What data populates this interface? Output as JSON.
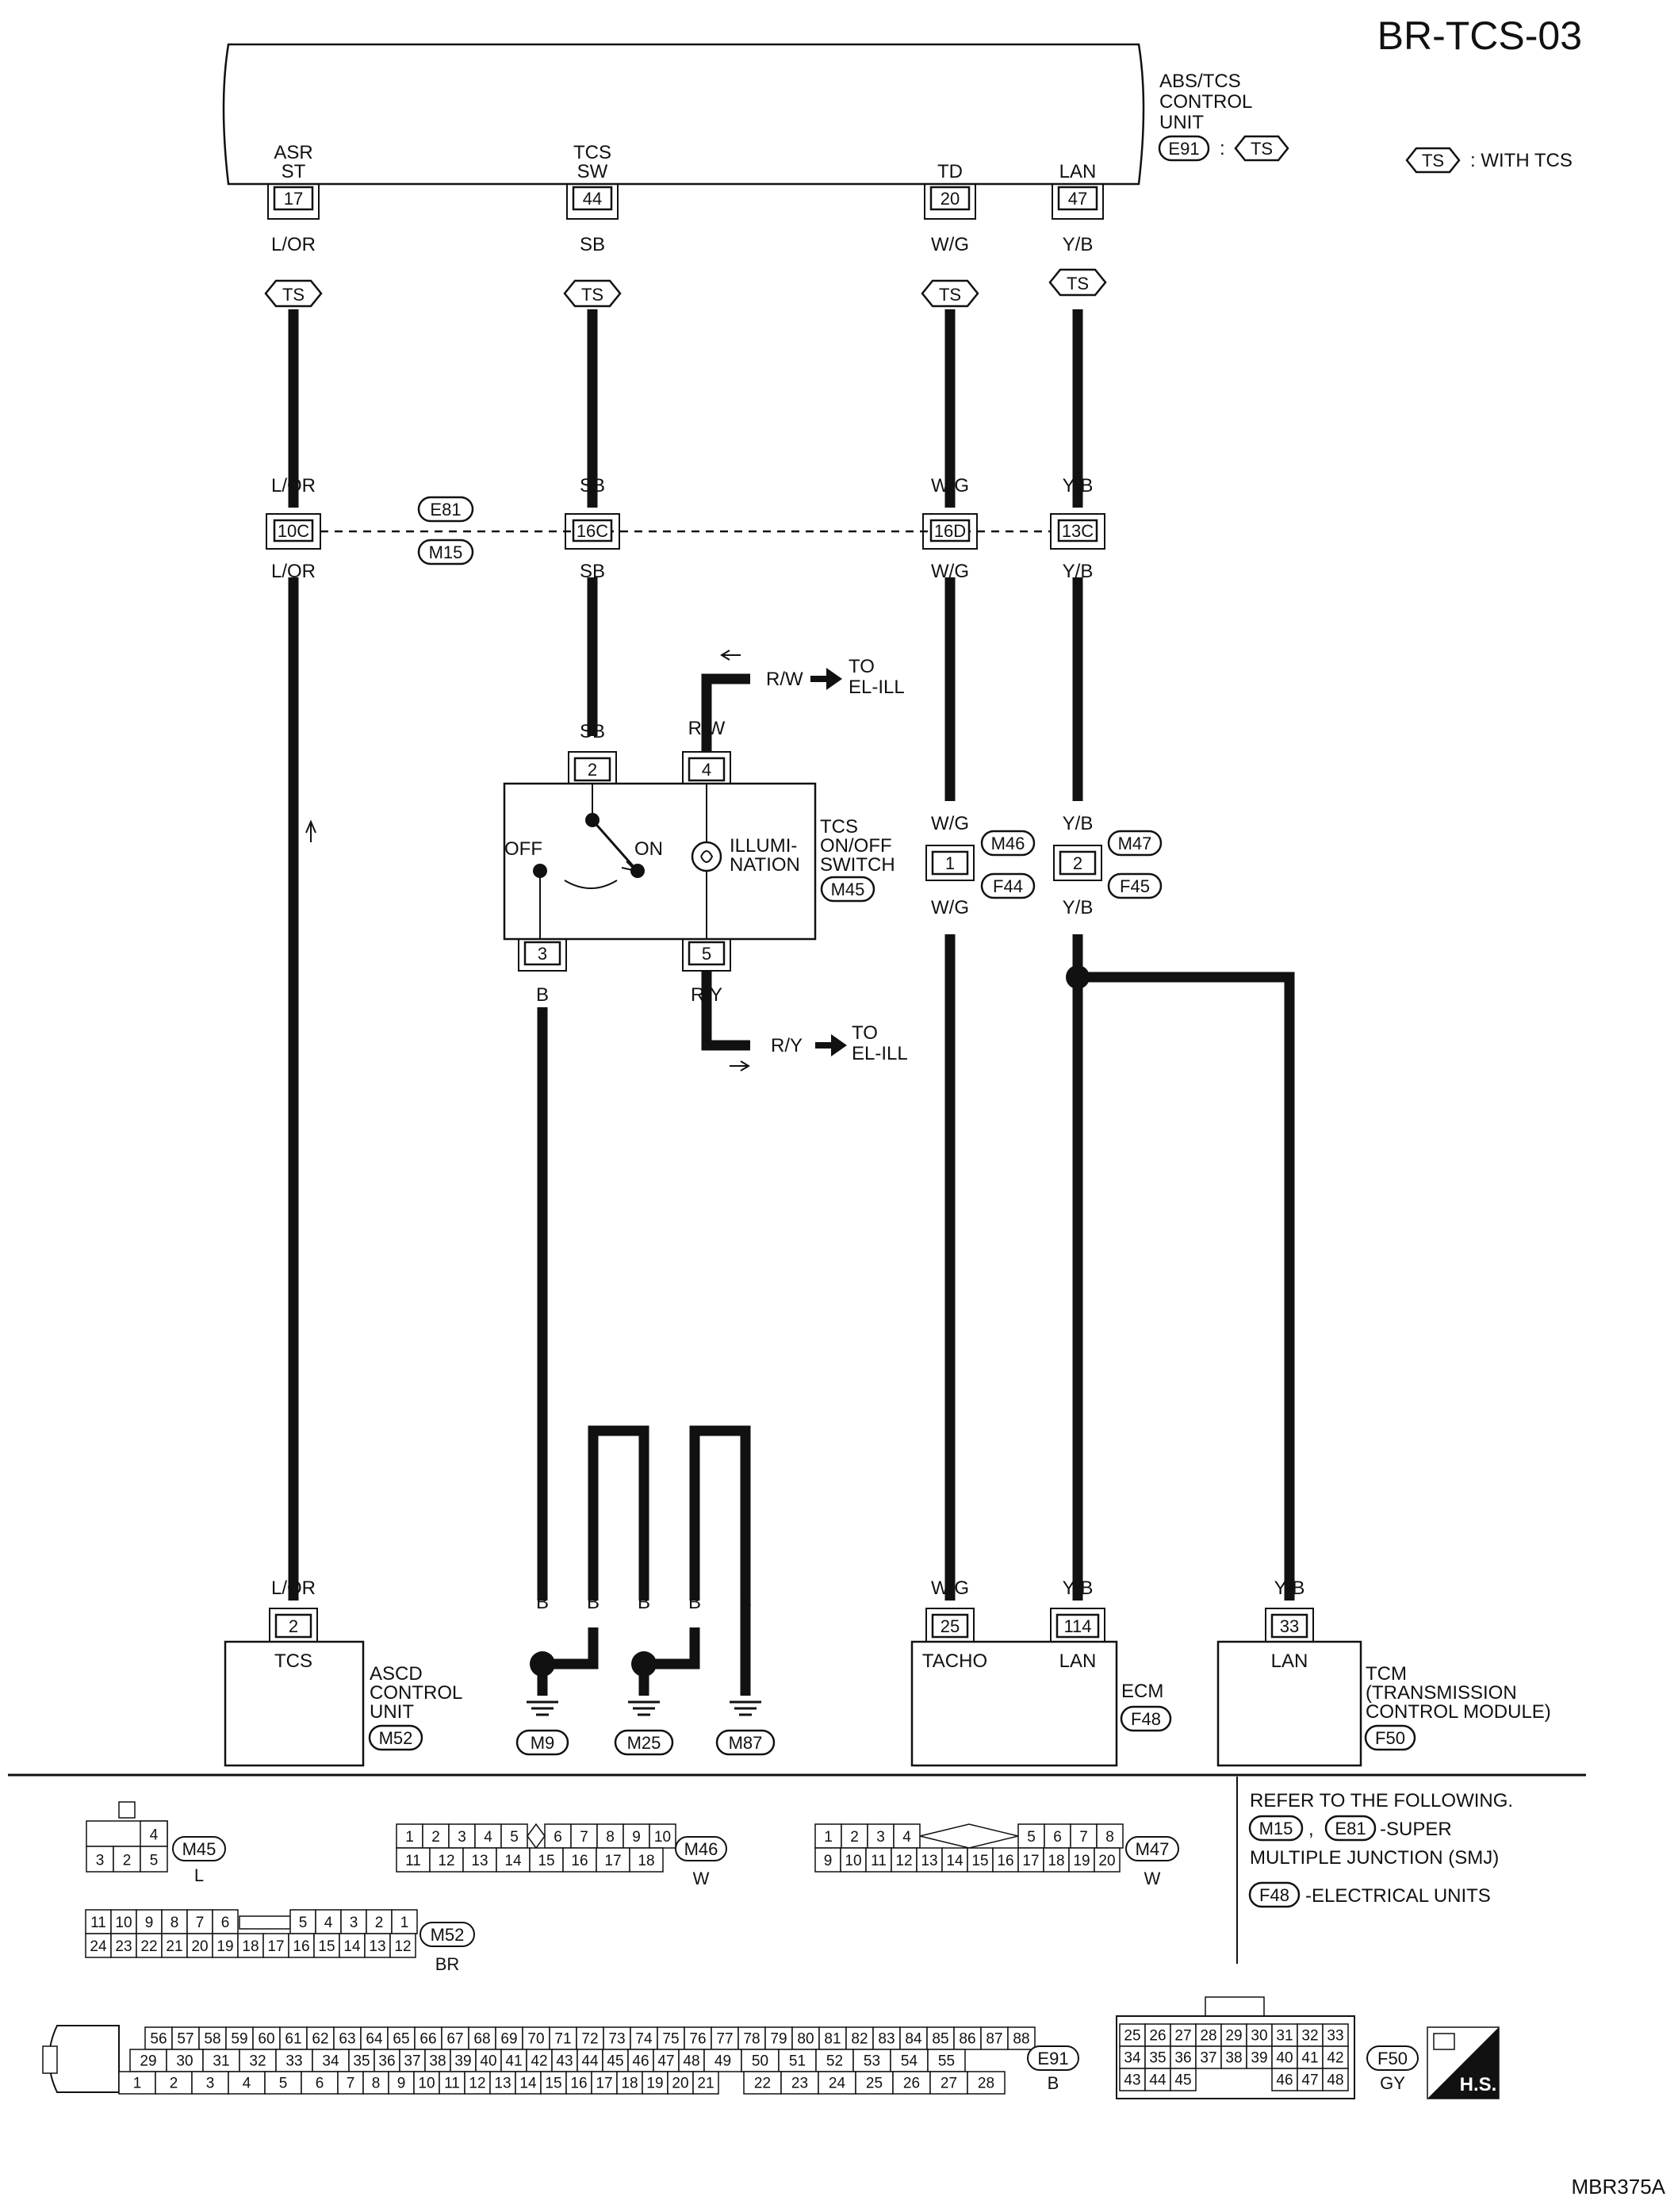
{
  "page": {
    "code": "BR-TCS-03",
    "figure_id": "MBR375A",
    "legend_symbol": "TS",
    "legend_text": ": WITH TCS"
  },
  "abs_unit": {
    "name_lines": [
      "ABS/TCS",
      "CONTROL",
      "UNIT"
    ],
    "connector": "E91",
    "colon": ":",
    "option": "TS",
    "terminals": [
      {
        "name_lines": [
          "ASR",
          "ST"
        ],
        "pin": "17"
      },
      {
        "name_lines": [
          "TCS",
          "SW"
        ],
        "pin": "44"
      },
      {
        "name_lines": [
          "TD"
        ],
        "pin": "20"
      },
      {
        "name_lines": [
          "LAN"
        ],
        "pin": "47"
      }
    ]
  },
  "wires": {
    "c1": {
      "top": "L/OR",
      "junction_top": "L/OR",
      "junction_bottom": "L/OR",
      "bottom": "L/OR"
    },
    "c2": {
      "top": "SB",
      "junction_top": "SB",
      "junction_bottom": "SB",
      "switch": "SB",
      "ground": "B"
    },
    "c3": {
      "top": "W/G",
      "junction_top": "W/G",
      "junction_bottom": "W/G",
      "conn_top": "W/G",
      "conn_bottom": "W/G",
      "bottom": "W/G"
    },
    "c4": {
      "top": "Y/B",
      "junction_top": "Y/B",
      "junction_bottom": "Y/B",
      "conn_top": "Y/B",
      "conn_bottom": "Y/B",
      "bottom": "Y/B"
    },
    "tcm": "Y/B",
    "option_badge": "TS"
  },
  "junction": {
    "connector_top": "E81",
    "connector_bottom": "M15",
    "pins": [
      "10C",
      "16C",
      "16D",
      "13C"
    ]
  },
  "switch": {
    "name_lines": [
      "TCS",
      "ON/OFF",
      "SWITCH"
    ],
    "connector": "M45",
    "off": "OFF",
    "on": "ON",
    "illum_lines": [
      "ILLUMI-",
      "NATION"
    ],
    "pins": {
      "p2": "2",
      "p4": "4",
      "p3": "3",
      "p5": "5"
    },
    "wire_rw": "R/W",
    "wire_ry": "R/Y",
    "to_line1": "TO",
    "to_line2": "EL-ILL"
  },
  "inline_connectors": {
    "c3": {
      "pin": "1",
      "top": "M46",
      "bottom": "F44"
    },
    "c4": {
      "pin": "2",
      "top": "M47",
      "bottom": "F45"
    }
  },
  "grounds": {
    "wire_labels": [
      "B",
      "B",
      "B",
      "B",
      "B"
    ],
    "names": [
      "M9",
      "M25",
      "M87"
    ]
  },
  "ascd": {
    "pin": "2",
    "terminal": "TCS",
    "name_lines": [
      "ASCD",
      "CONTROL",
      "UNIT"
    ],
    "connector": "M52"
  },
  "ecm": {
    "pins": [
      "25",
      "114"
    ],
    "terminals": [
      "TACHO",
      "LAN"
    ],
    "name": "ECM",
    "connector": "F48"
  },
  "tcm": {
    "pin": "33",
    "terminal": "LAN",
    "name_lines": [
      "TCM",
      "(TRANSMISSION",
      "CONTROL MODULE)"
    ],
    "connector": "F50"
  },
  "refer": {
    "line1": "REFER TO THE FOLLOWING.",
    "smj_a": "M15",
    "sep": ",",
    "smj_b": "E81",
    "smj_text1": "-SUPER",
    "smj_text2": "MULTIPLE JUNCTION (SMJ)",
    "eu": "F48",
    "eu_text": "-ELECTRICAL UNITS"
  },
  "connector_views": {
    "m45": {
      "name": "M45",
      "color": "L",
      "top": [
        "4"
      ],
      "bottom": [
        "3",
        "2",
        "5"
      ]
    },
    "m46": {
      "name": "M46",
      "color": "W",
      "row1": [
        "1",
        "2",
        "3",
        "4",
        "5",
        "6",
        "7",
        "8",
        "9",
        "10"
      ],
      "row2": [
        "11",
        "12",
        "13",
        "14",
        "15",
        "16",
        "17",
        "18"
      ]
    },
    "m47": {
      "name": "M47",
      "color": "W",
      "row1": [
        "1",
        "2",
        "3",
        "4",
        "5",
        "6",
        "7",
        "8"
      ],
      "row2": [
        "9",
        "10",
        "11",
        "12",
        "13",
        "14",
        "15",
        "16",
        "17",
        "18",
        "19",
        "20"
      ]
    },
    "m52": {
      "name": "M52",
      "color": "BR",
      "row1": [
        "11",
        "10",
        "9",
        "8",
        "7",
        "6",
        "5",
        "4",
        "3",
        "2",
        "1"
      ],
      "row2": [
        "24",
        "23",
        "22",
        "21",
        "20",
        "19",
        "18",
        "17",
        "16",
        "15",
        "14",
        "13",
        "12"
      ]
    },
    "e91": {
      "name": "E91",
      "color": "B",
      "row1": [
        "56",
        "57",
        "58",
        "59",
        "60",
        "61",
        "62",
        "63",
        "64",
        "65",
        "66",
        "67",
        "68",
        "69",
        "70",
        "71",
        "72",
        "73",
        "74",
        "75",
        "76",
        "77",
        "78",
        "79",
        "80",
        "81",
        "82",
        "83",
        "84",
        "85",
        "86",
        "87",
        "88"
      ],
      "row2": [
        "29",
        "30",
        "31",
        "32",
        "33",
        "34",
        "35",
        "36",
        "37",
        "38",
        "39",
        "40",
        "41",
        "42",
        "43",
        "44",
        "45",
        "46",
        "47",
        "48",
        "49",
        "50",
        "51",
        "52",
        "53",
        "54",
        "55"
      ],
      "row3": [
        "1",
        "2",
        "3",
        "4",
        "5",
        "6",
        "7",
        "8",
        "9",
        "10",
        "11",
        "12",
        "13",
        "14",
        "15",
        "16",
        "17",
        "18",
        "19",
        "20",
        "21",
        "22",
        "23",
        "24",
        "25",
        "26",
        "27",
        "28"
      ]
    },
    "f50": {
      "name": "F50",
      "color": "GY",
      "row1": [
        "25",
        "26",
        "27",
        "28",
        "29",
        "30",
        "31",
        "32",
        "33"
      ],
      "row2": [
        "34",
        "35",
        "36",
        "37",
        "38",
        "39",
        "40",
        "41",
        "42"
      ],
      "row3": [
        "43",
        "44",
        "45",
        "46",
        "47",
        "48"
      ]
    },
    "hs": "H.S."
  }
}
